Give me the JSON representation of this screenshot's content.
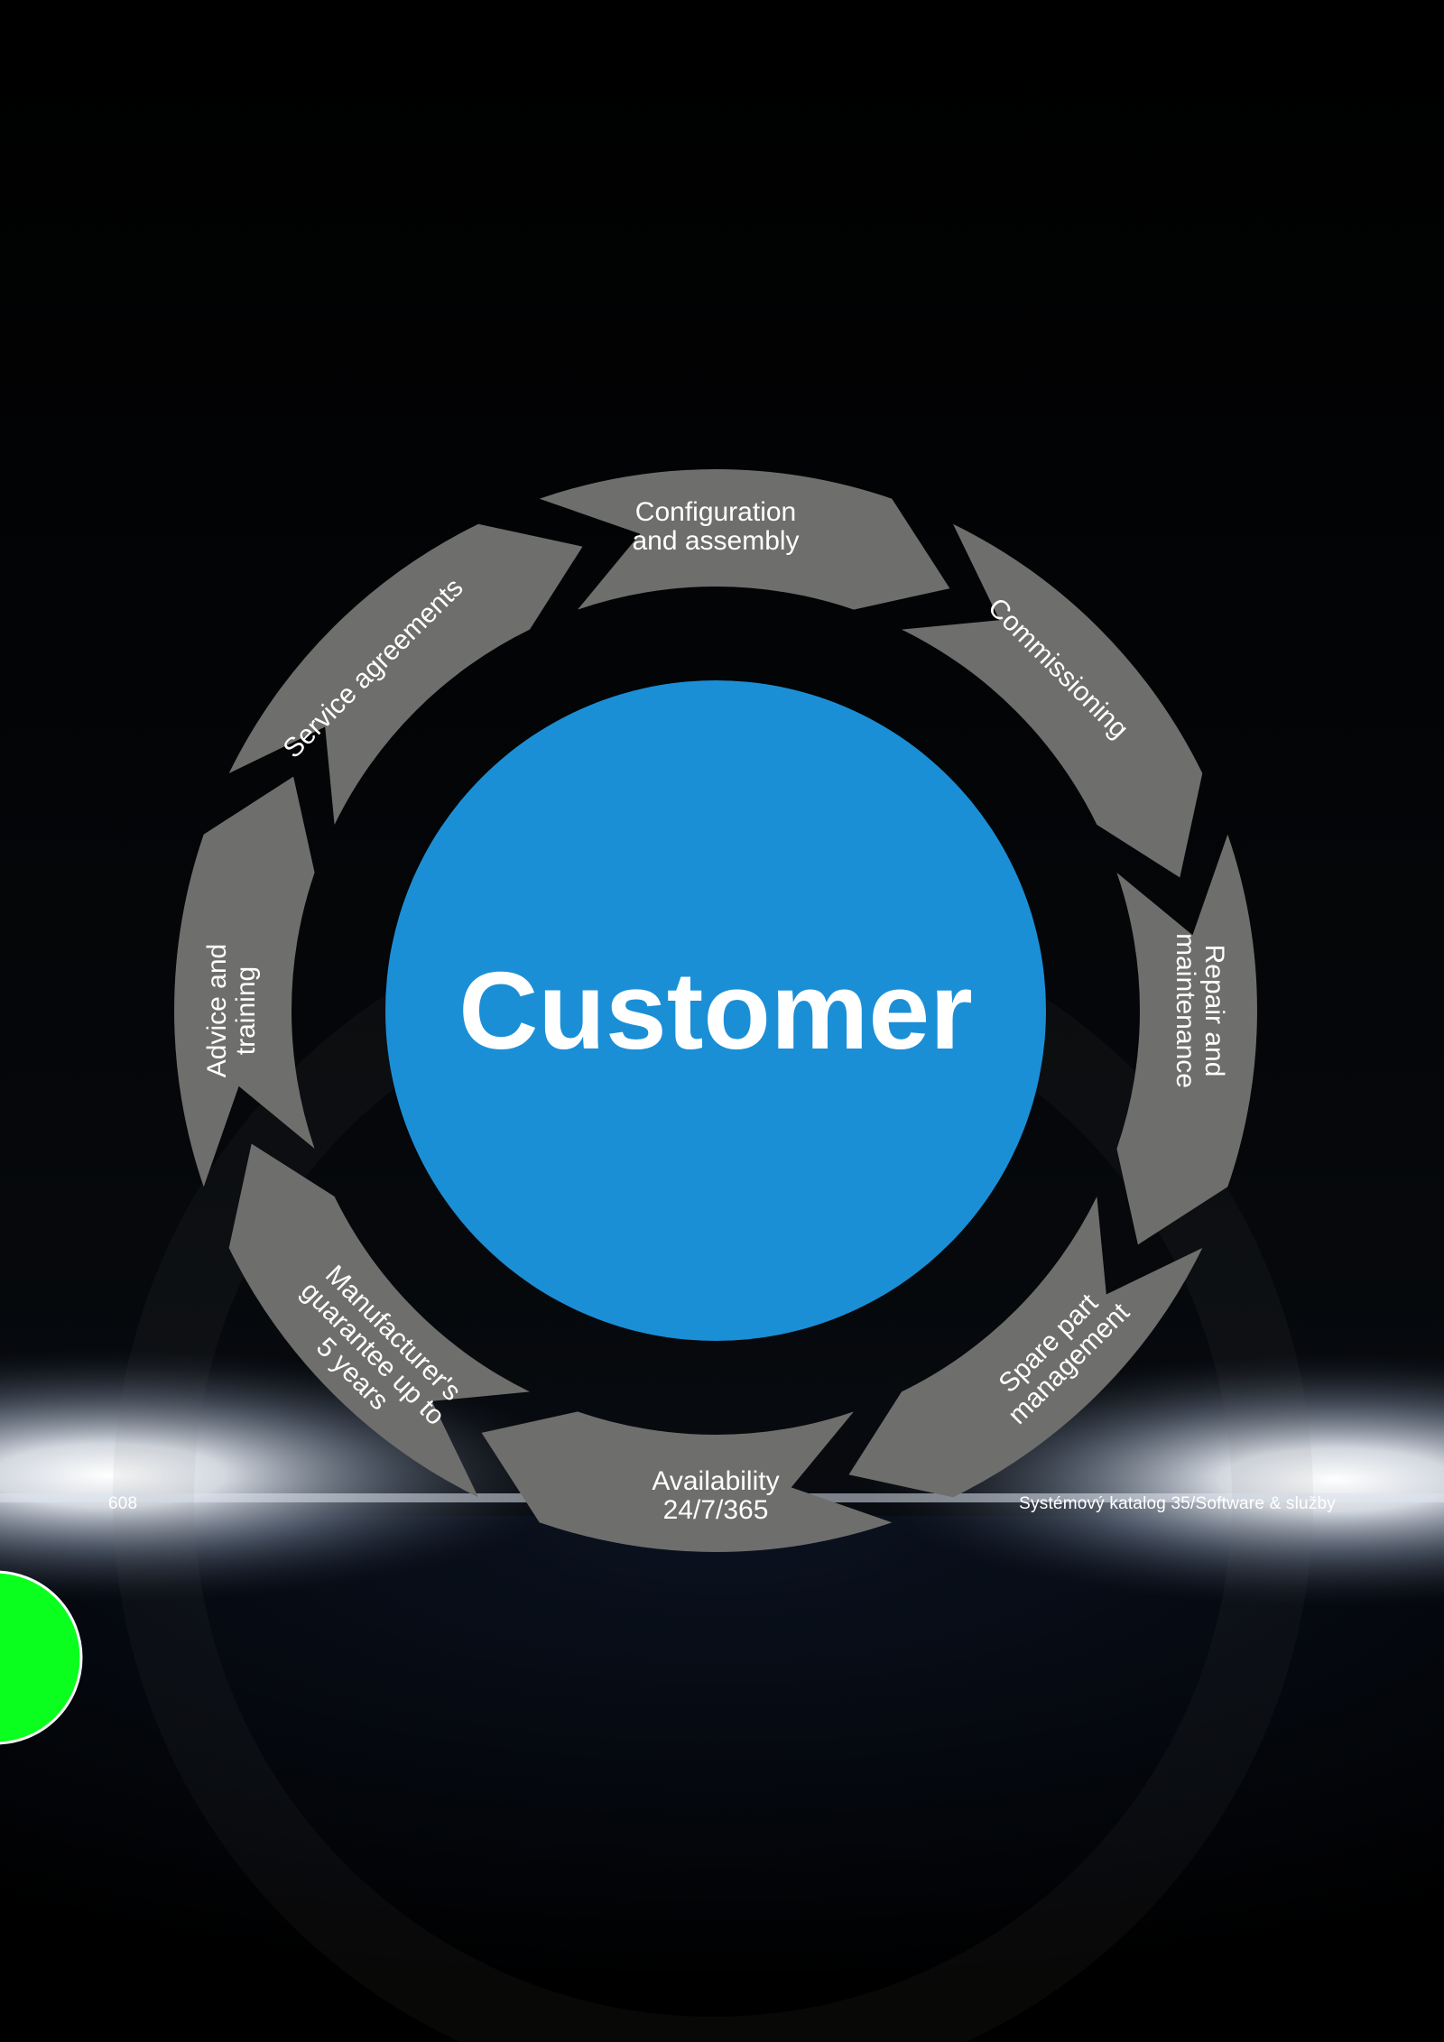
{
  "center_label": "Customer",
  "segments": [
    {
      "lines": [
        "Configuration",
        "and assembly"
      ]
    },
    {
      "lines": [
        "Commissioning"
      ]
    },
    {
      "lines": [
        "Repair and",
        "maintenance"
      ]
    },
    {
      "lines": [
        "Spare part",
        "management"
      ]
    },
    {
      "lines": [
        "Availability",
        "24/7/365"
      ]
    },
    {
      "lines": [
        "Manufacturer's",
        "guarantee up to",
        "5 years"
      ]
    },
    {
      "lines": [
        "Advice and",
        "training"
      ]
    },
    {
      "lines": [
        "Service agreements"
      ]
    }
  ],
  "footer": {
    "page_number": "608",
    "catalog_title": "Systémový katalog 35/Software & služby"
  },
  "colors": {
    "background": "#000000",
    "segment": "#6e6e6c",
    "center": "#1b8fd6",
    "accent_marker": "#0aff1e",
    "text": "#ffffff"
  }
}
